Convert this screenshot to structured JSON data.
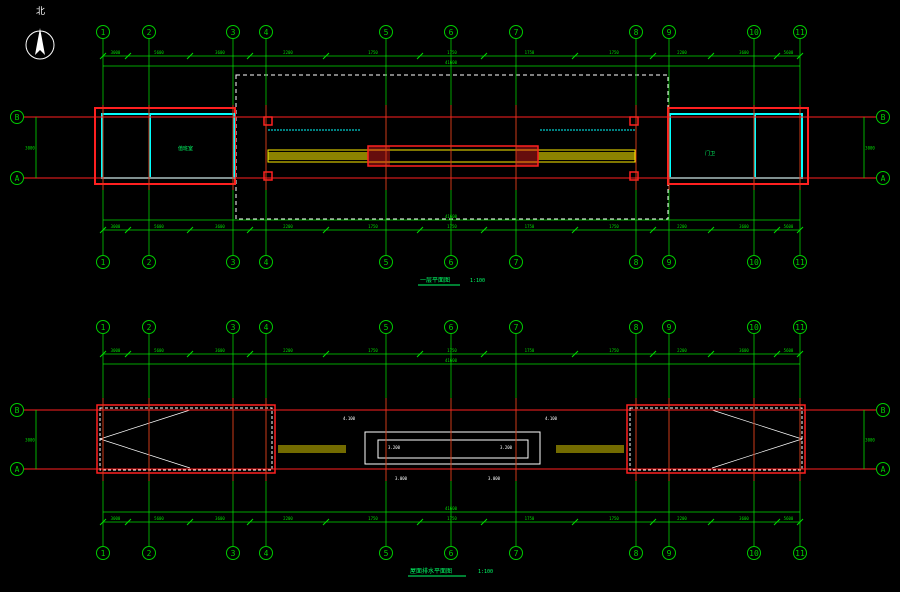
{
  "compass": {
    "label": "北"
  },
  "grid_columns": [
    "1",
    "2",
    "3",
    "4",
    "5",
    "6",
    "7",
    "8",
    "9",
    "10",
    "11"
  ],
  "grid_rows": [
    "B",
    "A"
  ],
  "plan1": {
    "dim_segments": [
      "3000",
      "5600",
      "3600",
      "2200",
      "1750",
      "1750",
      "1750",
      "1750",
      "2200",
      "3600",
      "5600",
      "3000"
    ],
    "total": "41600",
    "axis_span": "3000",
    "title": "一层平面图",
    "scale": "1:100",
    "rooms": [
      "值班室",
      "门卫"
    ]
  },
  "plan2": {
    "dim_segments": [
      "3000",
      "5600",
      "3600",
      "2200",
      "1750",
      "1750",
      "1750",
      "1750",
      "2200",
      "3600",
      "5600",
      "3000"
    ],
    "total": "41600",
    "axis_span": "3000",
    "title": "屋面排水平面图",
    "scale": "1:100",
    "levels": [
      "4.100",
      "4.100",
      "3.200",
      "3.200",
      "3.000",
      "3.000"
    ]
  },
  "colors": {
    "background": "#000000",
    "grid": "#00cc00",
    "axis_red": "#ff2020",
    "wall_cyan": "#00ffff",
    "hatch_yellow": "#ffee00",
    "text_green": "#00ff66",
    "dim": "#00dd00",
    "dashed": "#ffffff"
  }
}
